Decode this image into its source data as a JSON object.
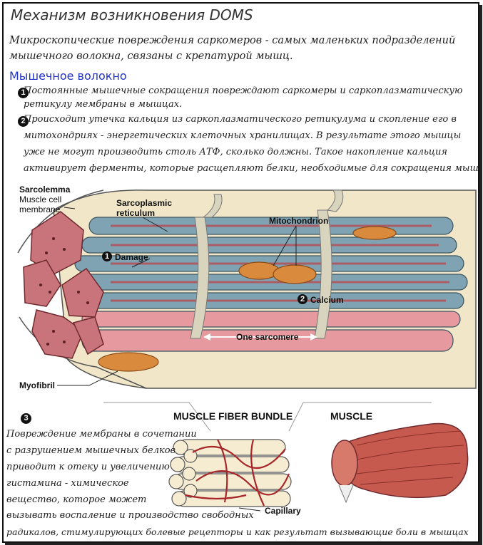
{
  "title": "Механизм возникновения DOMS",
  "intro": {
    "line1": "Микроскопические повреждения саркомеров - самых маленьких подразделений",
    "line2": "мышечного волокна, связаны с крепатурой мышц."
  },
  "section_title": "Мышечное волокно",
  "points": [
    {
      "num": "1",
      "lines": [
        "Постоянные мышечные сокращения повреждают саркомеры и саркоплазматическую",
        "ретикулу мембраны в мышцах."
      ]
    },
    {
      "num": "2",
      "lines": [
        "Происходит утечка кальция из саркоплазматического ретикулума и скопление его в",
        "митохондриях - энергетических клеточных хранилищах. В результате этого мышцы",
        "уже не могут производить столь АТФ, сколько должны. Такое накопление кальция",
        "активирует ферменты, которые расщепляют белки, необходимые для сокращения мышц"
      ]
    }
  ],
  "diagram": {
    "sarcolemma": "Sarcolemma",
    "muscle_cell_membrane_1": "Muscle cell",
    "muscle_cell_membrane_2": "membrane",
    "sarcoplasmic_1": "Sarcoplasmic",
    "sarcoplasmic_2": "reticulum",
    "mitochondrion": "Mitochondrion",
    "damage_num": "1",
    "damage": "Damage",
    "calcium_num": "2",
    "calcium": "Calcium",
    "one_sarcomere": "One sarcomere",
    "myofibril": "Myofibril",
    "bundle_title": "MUSCLE FIBER BUNDLE",
    "muscle_title": "MUSCLE",
    "capillary": "Capillary"
  },
  "point3": {
    "num": "3",
    "lines": [
      "Повреждение мембраны в сочетании",
      "с разрушением мышечных белков",
      "приводит к отеку и увеличению",
      "гистамина - химическое",
      "вещество, которое может",
      "вызывать воспаление и производство свободных",
      "радикалов, стимулирующих болевые рецепторы и как результат вызывающие боли в мышцах"
    ]
  },
  "colors": {
    "fibril_blue": "#7fa3b3",
    "fibril_pink": "#e69aa0",
    "myofibril_end": "#c9747a",
    "mitochondria": "#d98a3c",
    "cream": "#f1e6c8",
    "section_blue": "#2233cc",
    "capillary_red": "#a8262a",
    "muscle_red": "#c65a4e"
  }
}
